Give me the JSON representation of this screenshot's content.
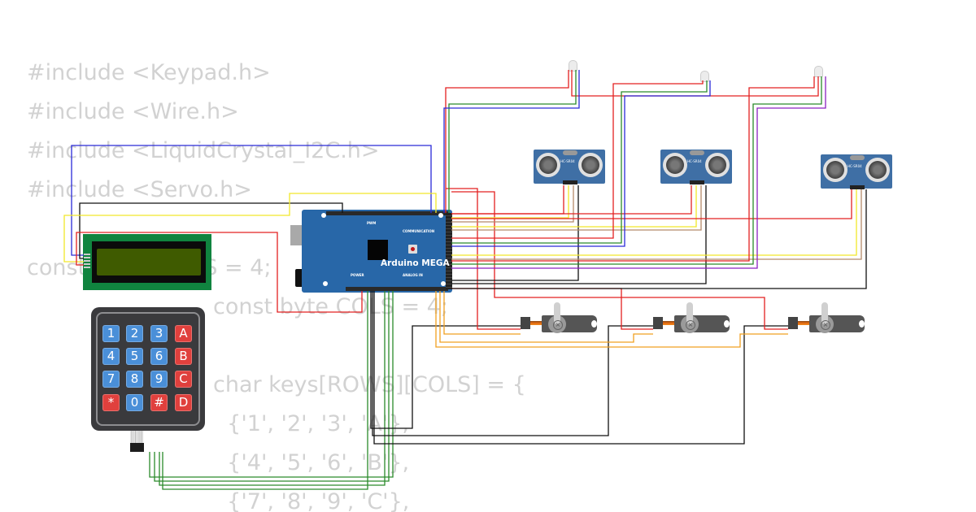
{
  "code_lines": [
    "#include <Keypad.h>",
    "#include <Wire.h>",
    "#include <LiquidCrystal_I2C.h>",
    "#include <Servo.h>",
    "",
    "const byte ROWS = 4;",
    "const byte COLS = 4;",
    "",
    "char keys[ROWS][COLS] = {",
    "  {'1', '2', '3', 'A'},",
    "  {'4', '5', '6', 'B'},",
    "  {'7', '8', '9', 'C'},"
  ],
  "arduino": {
    "title": "Arduino MEGA",
    "label_pwm": "PWM",
    "label_communication": "COMMUNICATION",
    "label_power": "POWER",
    "label_analog": "ANALOG IN",
    "color": "#2867a8"
  },
  "keypad": {
    "keys": [
      {
        "label": "1",
        "type": "num"
      },
      {
        "label": "2",
        "type": "num"
      },
      {
        "label": "3",
        "type": "num"
      },
      {
        "label": "A",
        "type": "fn"
      },
      {
        "label": "4",
        "type": "num"
      },
      {
        "label": "5",
        "type": "num"
      },
      {
        "label": "6",
        "type": "num"
      },
      {
        "label": "B",
        "type": "fn"
      },
      {
        "label": "7",
        "type": "num"
      },
      {
        "label": "8",
        "type": "num"
      },
      {
        "label": "9",
        "type": "num"
      },
      {
        "label": "C",
        "type": "fn"
      },
      {
        "label": "*",
        "type": "fn"
      },
      {
        "label": "0",
        "type": "num"
      },
      {
        "label": "#",
        "type": "fn"
      },
      {
        "label": "D",
        "type": "fn"
      }
    ],
    "num_color": "#4a8fd8",
    "fn_color": "#e0403d"
  },
  "sensors": [
    {
      "label": "HC-SR04"
    },
    {
      "label": "HC-SR04"
    },
    {
      "label": "HC-SR04"
    }
  ],
  "wire_colors": {
    "red": "#e32020",
    "green": "#2a8a2a",
    "blue": "#2a2ad8",
    "black": "#111111",
    "yellow": "#f2e82a",
    "brown": "#b58a6a",
    "orange": "#f0a020",
    "purple": "#8a20c0"
  }
}
